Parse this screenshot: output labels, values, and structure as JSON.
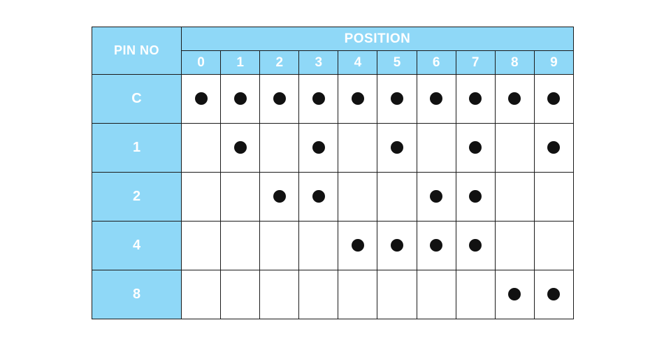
{
  "table": {
    "pin_header": "PIN NO",
    "position_header": "POSITION",
    "positions": [
      "0",
      "1",
      "2",
      "3",
      "4",
      "5",
      "6",
      "7",
      "8",
      "9"
    ],
    "rows": [
      {
        "pin": "C",
        "marks": [
          1,
          1,
          1,
          1,
          1,
          1,
          1,
          1,
          1,
          1
        ]
      },
      {
        "pin": "1",
        "marks": [
          0,
          1,
          0,
          1,
          0,
          1,
          0,
          1,
          0,
          1
        ]
      },
      {
        "pin": "2",
        "marks": [
          0,
          0,
          1,
          1,
          0,
          0,
          1,
          1,
          0,
          0
        ]
      },
      {
        "pin": "4",
        "marks": [
          0,
          0,
          0,
          0,
          1,
          1,
          1,
          1,
          0,
          0
        ]
      },
      {
        "pin": "8",
        "marks": [
          0,
          0,
          0,
          0,
          0,
          0,
          0,
          0,
          1,
          1
        ]
      }
    ]
  },
  "colors": {
    "header_fill": "#8fd8f7",
    "header_text": "#ffffff",
    "dot": "#111111",
    "border": "#1a1a1a"
  }
}
